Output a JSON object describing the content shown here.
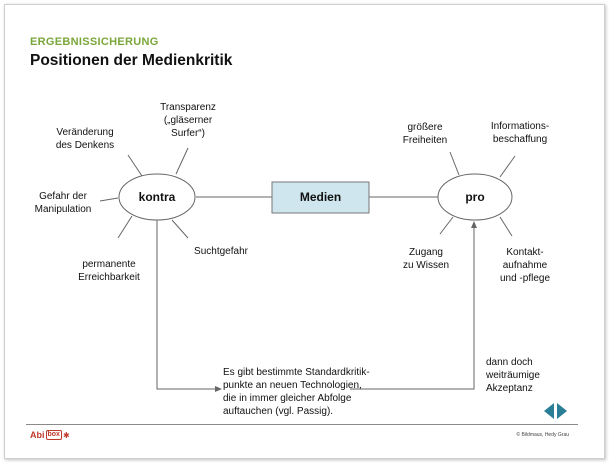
{
  "header": {
    "eyebrow": "ERGEBNISSICHERUNG",
    "title": "Positionen der Medienkritik"
  },
  "nodes": {
    "center": "Medien",
    "contra": "kontra",
    "pro": "pro"
  },
  "contra_labels": {
    "transparenz": "Transparenz\n(„gläserner\nSurfer“)",
    "veraenderung": "Veränderung\ndes Denkens",
    "manipulation": "Gefahr der\nManipulation",
    "erreichbarkeit": "permanente\nErreichbarkeit",
    "sucht": "Suchtgefahr"
  },
  "pro_labels": {
    "freiheiten": "größere\nFreiheiten",
    "information": "Informations-\nbeschaffung",
    "wissen": "Zugang\nzu Wissen",
    "kontakt": "Kontakt-\naufnahme\nund -pflege"
  },
  "bottom": {
    "note": "Es gibt bestimmte Standardkritik-\npunkte an neuen Technologien,\ndie in immer gleicher Abfolge\nauftauchen (vgl. Passig).",
    "conclusion": "dann doch\nweiträumige\nAkzeptanz"
  },
  "footer": {
    "logo_text": "Abi",
    "logo_box": "box",
    "copyright": "© Bildmaus, Hedy Grau"
  },
  "colors": {
    "accent_green": "#7aa63a",
    "medien_fill": "#cfe6ef",
    "nav_blue": "#2a7f97"
  }
}
